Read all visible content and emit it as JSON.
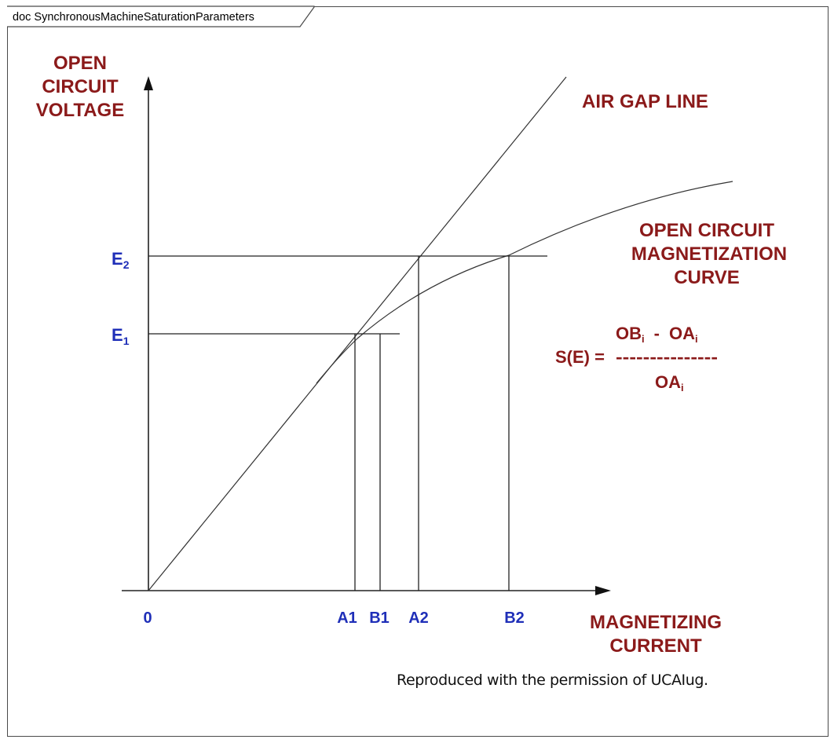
{
  "frame": {
    "title": "doc SynchronousMachineSaturationParameters"
  },
  "diagram": {
    "y_axis_title": [
      "OPEN",
      "CIRCUIT",
      "VOLTAGE"
    ],
    "x_axis_title": [
      "MAGNETIZING",
      "CURRENT"
    ],
    "air_gap_label": "AIR GAP LINE",
    "oc_curve_label": [
      "OPEN CIRCUIT",
      "MAGNETIZATION",
      "CURVE"
    ],
    "y_ticks": [
      {
        "base": "E",
        "sub": "2"
      },
      {
        "base": "E",
        "sub": "1"
      }
    ],
    "x_ticks": [
      "0",
      "A1",
      "B1",
      "A2",
      "B2"
    ],
    "formula": {
      "lhs": "S(E) =",
      "num_a": "OB",
      "num_a_sub": "i",
      "minus": "-",
      "num_b": "OA",
      "num_b_sub": "i",
      "bar": "---------------",
      "den": "OA",
      "den_sub": "i"
    },
    "colors": {
      "label_maroon": "#8b1a1a",
      "tick_blue": "#1f2fb8",
      "line": "#222222"
    }
  },
  "caption": "Reproduced with the permission of UCAIug."
}
